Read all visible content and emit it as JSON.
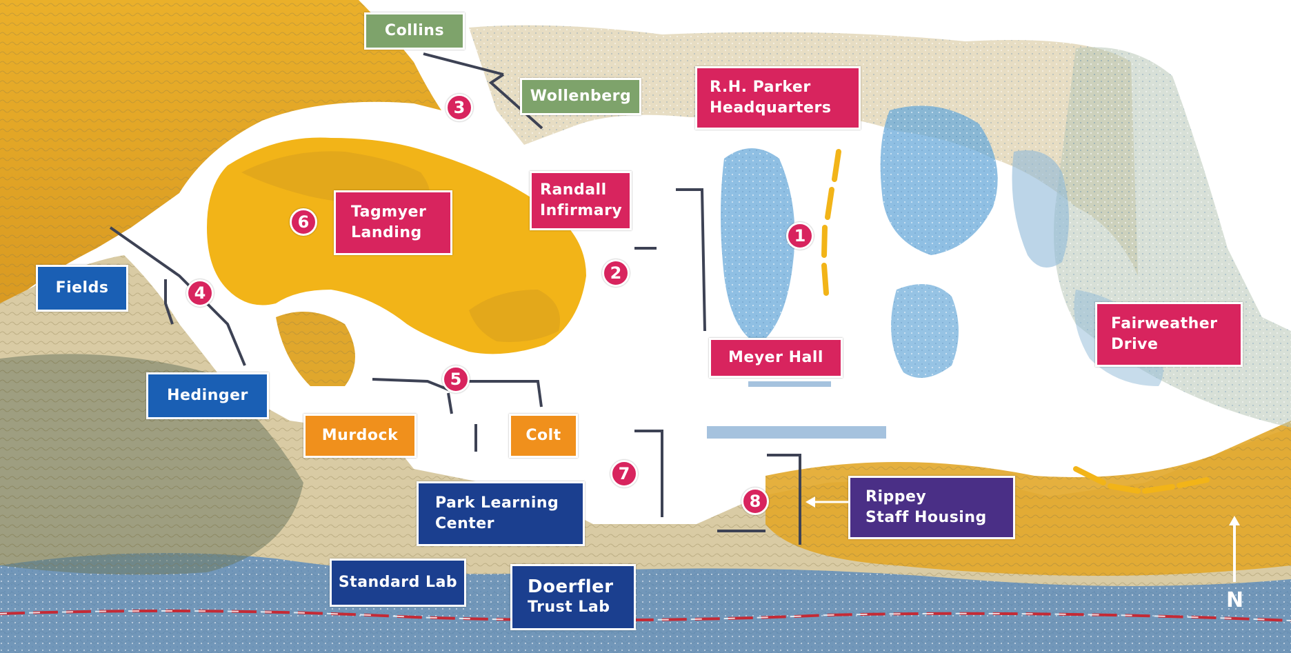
{
  "colors": {
    "residential": "#d8245e",
    "academic": "#1a5fb4",
    "lab": "#1b3f8f",
    "dining": "#f0901c",
    "admin_green": "#7ea36b",
    "staff_housing": "#4a2f86",
    "lake": "#f2b418",
    "terrain_gold": "#e9ab27",
    "terrain_blue": "#6aa9d9",
    "boundary_red": "#c42a35"
  },
  "buildings": [
    {
      "id": "collins",
      "label": "Collins",
      "category": "admin_green"
    },
    {
      "id": "wollenberg",
      "label": "Wollenberg",
      "category": "admin_green"
    },
    {
      "id": "rh-parker",
      "lines": [
        "R.H. Parker",
        "Headquarters"
      ],
      "category": "residential"
    },
    {
      "id": "randall",
      "lines": [
        "Randall",
        "Infirmary"
      ],
      "category": "residential"
    },
    {
      "id": "tagmyer",
      "lines": [
        "Tagmyer",
        "Landing"
      ],
      "category": "residential"
    },
    {
      "id": "fields",
      "label": "Fields",
      "category": "academic"
    },
    {
      "id": "hedinger",
      "label": "Hedinger",
      "category": "academic"
    },
    {
      "id": "murdock",
      "label": "Murdock",
      "category": "dining"
    },
    {
      "id": "colt",
      "label": "Colt",
      "category": "dining"
    },
    {
      "id": "meyer",
      "label": "Meyer Hall",
      "category": "residential"
    },
    {
      "id": "fairweather",
      "lines": [
        "Fairweather",
        "Drive"
      ],
      "category": "residential"
    },
    {
      "id": "park-learning",
      "lines": [
        "Park Learning",
        "Center"
      ],
      "category": "lab"
    },
    {
      "id": "rippey",
      "lines": [
        "Rippey",
        "Staff Housing"
      ],
      "category": "staff_housing"
    },
    {
      "id": "standard-lab",
      "label": "Standard Lab",
      "category": "lab"
    },
    {
      "id": "doerfler",
      "lines": [
        "Doerfler",
        "Trust Lab"
      ],
      "category": "lab"
    }
  ],
  "markers": [
    "1",
    "2",
    "3",
    "4",
    "5",
    "6",
    "7",
    "8"
  ],
  "compass": {
    "letter": "N",
    "icon": "north-arrow-icon"
  }
}
